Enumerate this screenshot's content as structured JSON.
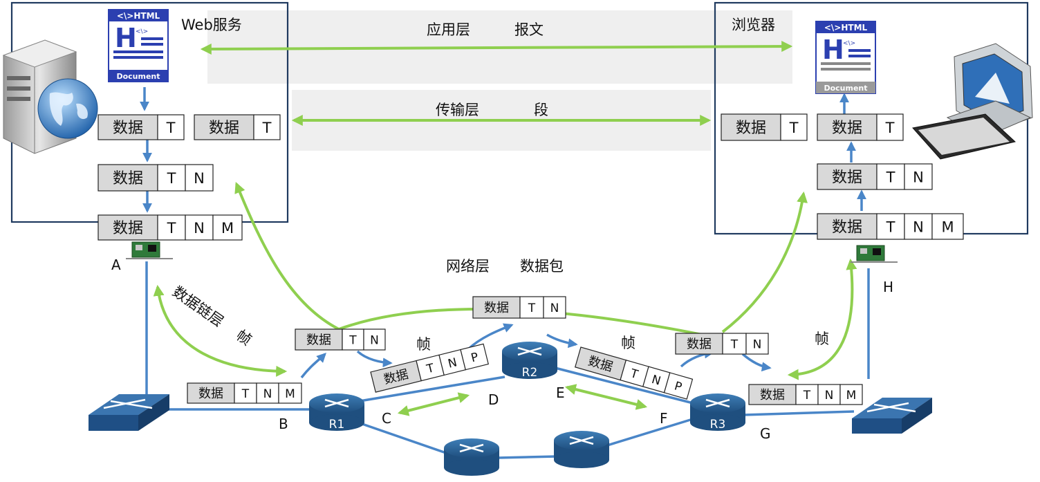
{
  "labels": {
    "web_service": "Web服务",
    "browser": "浏览器",
    "app_layer": "应用层",
    "app_unit": "报文",
    "transport_layer": "传输层",
    "transport_unit": "段",
    "network_layer": "网络层",
    "network_unit": "数据包",
    "datalink_layer": "数据链层",
    "datalink_unit": "帧",
    "frame": "帧"
  },
  "html_icon": {
    "header": "<\\>HTML",
    "letter": "H",
    "footer": "Document",
    "mini": "<\\>"
  },
  "packet": {
    "data": "数据",
    "t": "T",
    "n": "N",
    "m": "M",
    "p": "P"
  },
  "nodes": {
    "a": "A",
    "b": "B",
    "c": "C",
    "d": "D",
    "e": "E",
    "f": "F",
    "g": "G",
    "h": "H"
  },
  "routers": {
    "r1": "R1",
    "r2": "R2",
    "r3": "R3"
  },
  "colors": {
    "green": "#8fcf4f",
    "blue": "#4a86c8",
    "router": "#2b5f8f",
    "box": "#1f3a5f"
  }
}
